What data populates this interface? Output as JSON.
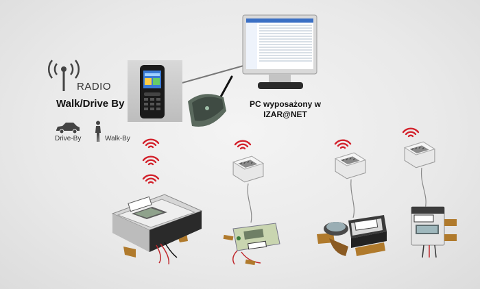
{
  "legend": {
    "radio_label": "RADIO",
    "title": "Walk/Drive By",
    "drive_label": "Drive-By",
    "walk_label": "Walk-By"
  },
  "pc": {
    "caption_line1": "PC wyposażony w",
    "caption_line2": "IZAR@NET"
  },
  "colors": {
    "radio_wave": "#d2202a",
    "background": "#e9e9e9",
    "meter_body": "#c8c8c8"
  }
}
